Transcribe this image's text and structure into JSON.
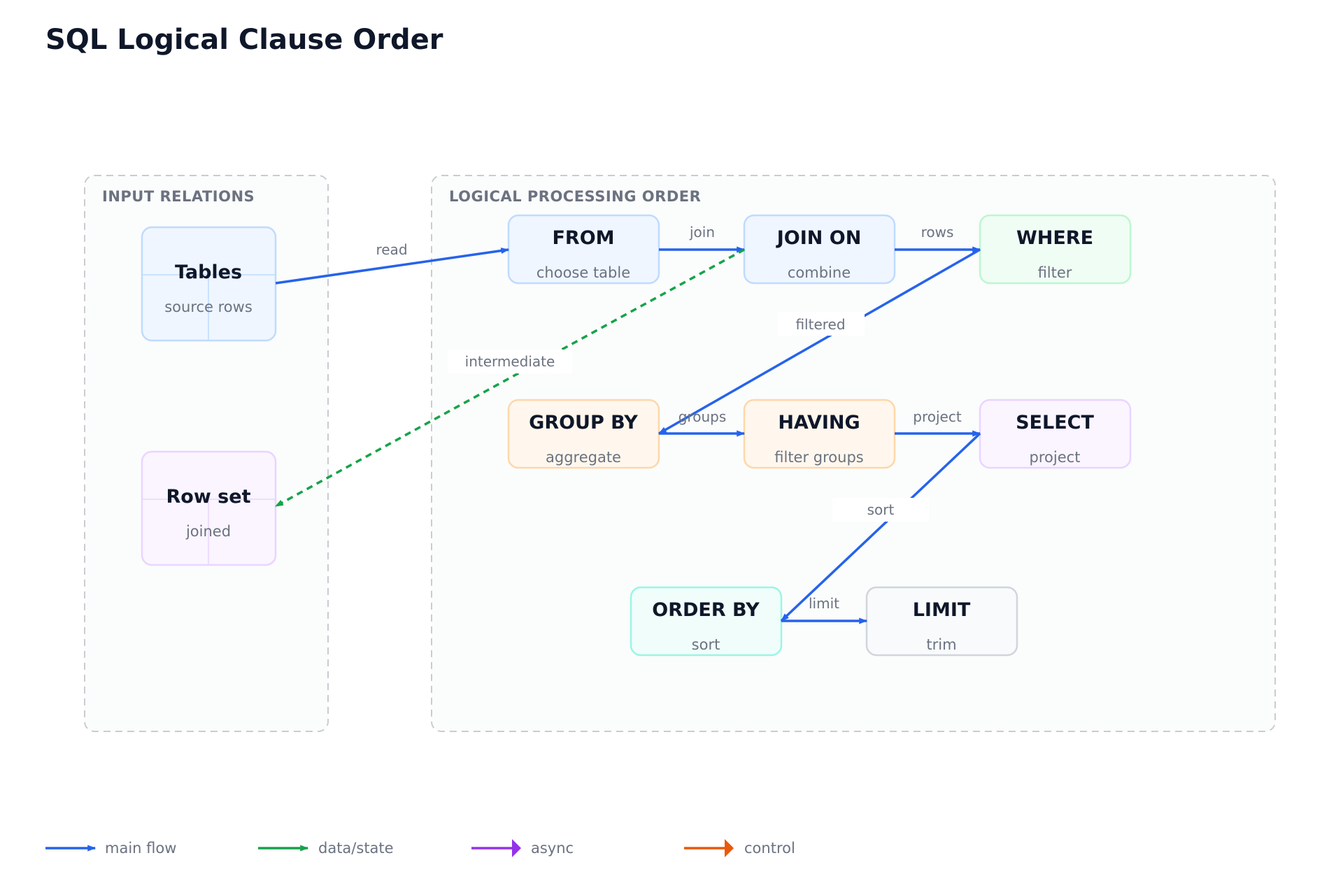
{
  "title": "SQL Logical Clause Order",
  "groups": {
    "input": {
      "title": "INPUT RELATIONS"
    },
    "processing": {
      "title": "LOGICAL PROCESSING ORDER"
    }
  },
  "nodes": {
    "tables": {
      "title": "Tables",
      "subtitle": "source rows"
    },
    "rowset": {
      "title": "Row set",
      "subtitle": "joined"
    },
    "from": {
      "title": "FROM",
      "subtitle": "choose table"
    },
    "join_on": {
      "title": "JOIN ON",
      "subtitle": "combine"
    },
    "where": {
      "title": "WHERE",
      "subtitle": "filter"
    },
    "group_by": {
      "title": "GROUP BY",
      "subtitle": "aggregate"
    },
    "having": {
      "title": "HAVING",
      "subtitle": "filter groups"
    },
    "select": {
      "title": "SELECT",
      "subtitle": "project"
    },
    "order_by": {
      "title": "ORDER BY",
      "subtitle": "sort"
    },
    "limit": {
      "title": "LIMIT",
      "subtitle": "trim"
    }
  },
  "edges": {
    "read": "read",
    "join": "join",
    "rows": "rows",
    "filtered": "filtered",
    "groups": "groups",
    "project": "project",
    "sort": "sort",
    "limit": "limit",
    "intermediate": "intermediate"
  },
  "legend": {
    "main_flow": "main flow",
    "data_state": "data/state",
    "async": "async",
    "control": "control"
  },
  "colors": {
    "main_flow": "#2563eb",
    "data_state": "#16a34a",
    "async": "#9333ea",
    "control": "#ea580c"
  }
}
